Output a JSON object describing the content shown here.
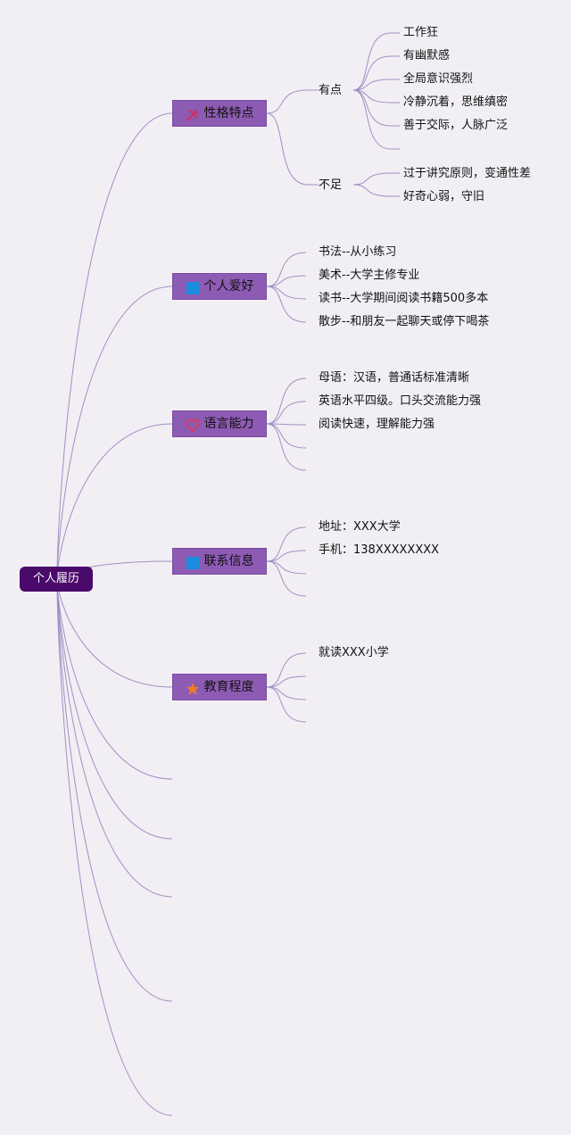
{
  "root": {
    "label": "个人履历"
  },
  "colors": {
    "line": "#a08fc4",
    "root_fill": "#4a0a6b",
    "branch_fill": "#8e5bb4",
    "square_icon": "#1a8fe0",
    "heart_icon": "#e03a4e",
    "star_icon": "#f07a2a",
    "tools_icon": "#d0306a"
  },
  "branches": [
    {
      "label": "性格特点",
      "icon": "tools-icon",
      "groups": [
        {
          "label": "有点",
          "items": [
            "工作狂",
            "有幽默感",
            "全局意识强烈",
            "冷静沉着，思维缜密",
            "善于交际，人脉广泛"
          ]
        },
        {
          "label": "不足",
          "items": [
            "过于讲究原则，变通性差",
            "好奇心弱，守旧"
          ]
        }
      ]
    },
    {
      "label": "个人爱好",
      "icon": "square-icon",
      "items": [
        "书法--从小练习",
        "美术--大学主修专业",
        "读书--大学期间阅读书籍500多本",
        "散步--和朋友一起聊天或停下喝茶"
      ]
    },
    {
      "label": "语言能力",
      "icon": "heart-icon",
      "items": [
        "母语：汉语，普通话标准清晰",
        "英语水平四级。口头交流能力强",
        "阅读快速，理解能力强"
      ]
    },
    {
      "label": "联系信息",
      "icon": "square-icon",
      "items": [
        "地址：XXX大学",
        "手机：138XXXXXXXX"
      ]
    },
    {
      "label": "教育程度",
      "icon": "star-icon",
      "items": [
        "就读XXX小学"
      ]
    }
  ]
}
